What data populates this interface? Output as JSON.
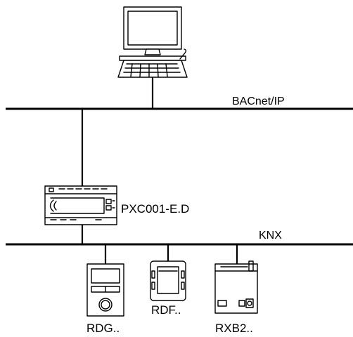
{
  "networks": {
    "bacnet_label": "BACnet/IP",
    "knx_label": "KNX"
  },
  "devices": {
    "controller_label": "PXC001-E.D",
    "rdg_label": "RDG..",
    "rdf_label": "RDF..",
    "rxb_label": "RXB2.."
  },
  "colors": {
    "line": "#000000",
    "background": "#ffffff"
  },
  "icons": [
    "workstation-icon",
    "controller-icon",
    "rdg-thermostat-icon",
    "rdf-thermostat-icon",
    "rxb-controller-icon"
  ]
}
